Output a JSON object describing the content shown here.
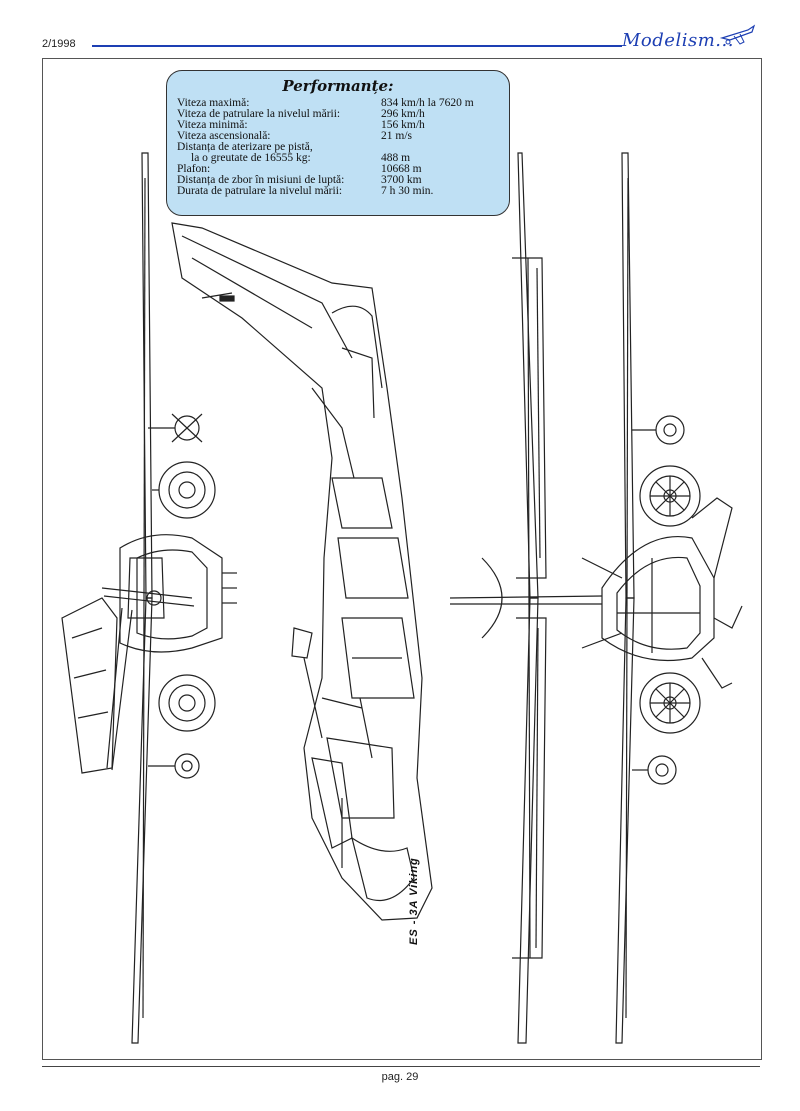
{
  "header": {
    "issue": "2/1998",
    "logo": "Modelism...",
    "rule_color": "#1d3fb3"
  },
  "performance": {
    "title": "Performanțe:",
    "box_color": "#bfe0f4",
    "rows": [
      {
        "label": "Viteza maximă:",
        "value": "834 km/h la 7620 m"
      },
      {
        "label": "Viteza de patrulare la nivelul mării:",
        "value": "296 km/h"
      },
      {
        "label": "Viteza minimă:",
        "value": "156 km/h"
      },
      {
        "label": "Viteza ascensională:",
        "value": "21 m/s"
      },
      {
        "label": "Distanța de aterizare pe pistă,",
        "value": ""
      },
      {
        "label": "la o greutate de 16555 kg:",
        "value": "488 m"
      },
      {
        "label": "Plafon:",
        "value": "10668 m"
      },
      {
        "label": "Distanța de zbor în misiuni de luptă:",
        "value": "3700 km"
      },
      {
        "label": "Durata de patrulare la nivelul mării:",
        "value": "7 h 30 min."
      }
    ]
  },
  "drawing": {
    "model_label": "ES - 3A  Viking"
  },
  "footer": {
    "page": "pag. 29"
  }
}
